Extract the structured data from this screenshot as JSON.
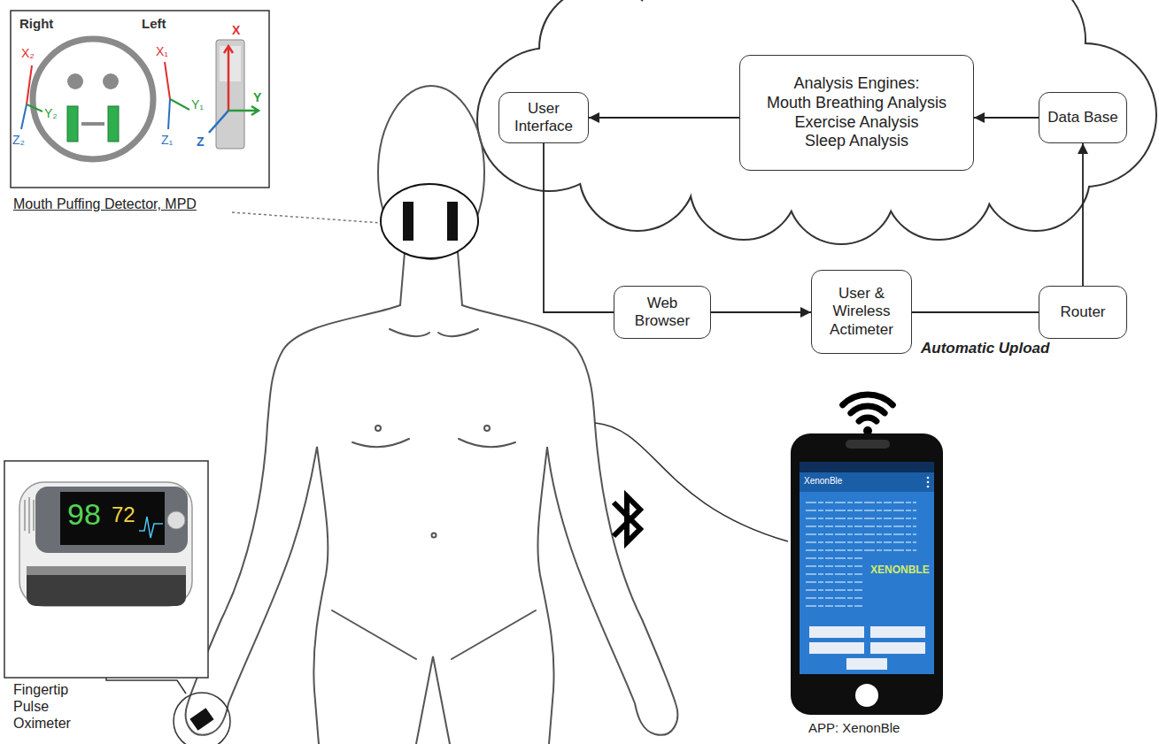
{
  "diagram": {
    "nodes": [
      {
        "text": [
          "User Interface"
        ]
      },
      {
        "text": [
          "Analysis Engines:",
          "Mouth Breathing Analysis",
          "Exercise Analysis",
          "Sleep Analysis"
        ]
      },
      {
        "text": [
          "Data Base"
        ]
      },
      {
        "text": [
          "Web Browser"
        ]
      },
      {
        "text": [
          "User & Wireless Actimeter"
        ]
      },
      {
        "text": [
          "Router"
        ]
      }
    ],
    "edges": [
      {
        "from": 2,
        "to": 1,
        "arrow": "to"
      },
      {
        "from": 1,
        "to": 0,
        "arrow": "to"
      },
      {
        "from": 0,
        "to": 3,
        "arrow": "none"
      },
      {
        "from": 3,
        "to": 4,
        "arrow": "to"
      },
      {
        "from": 4,
        "to": 5,
        "arrow": "none"
      },
      {
        "from": 5,
        "to": 2,
        "arrow": "to"
      }
    ],
    "labels": [
      "Right",
      "Left",
      "X₂",
      "Y₂",
      "Z₂",
      "X₁",
      "Y₁",
      "Z₁",
      "X",
      "Y",
      "Z",
      "Mouth Puffing Detector, MPD",
      "98",
      "72",
      "Fingertip Pulse Oximeter",
      "Automatic Upload",
      "XenonBle",
      "XENONBLE",
      "APP: XenonBle"
    ]
  }
}
